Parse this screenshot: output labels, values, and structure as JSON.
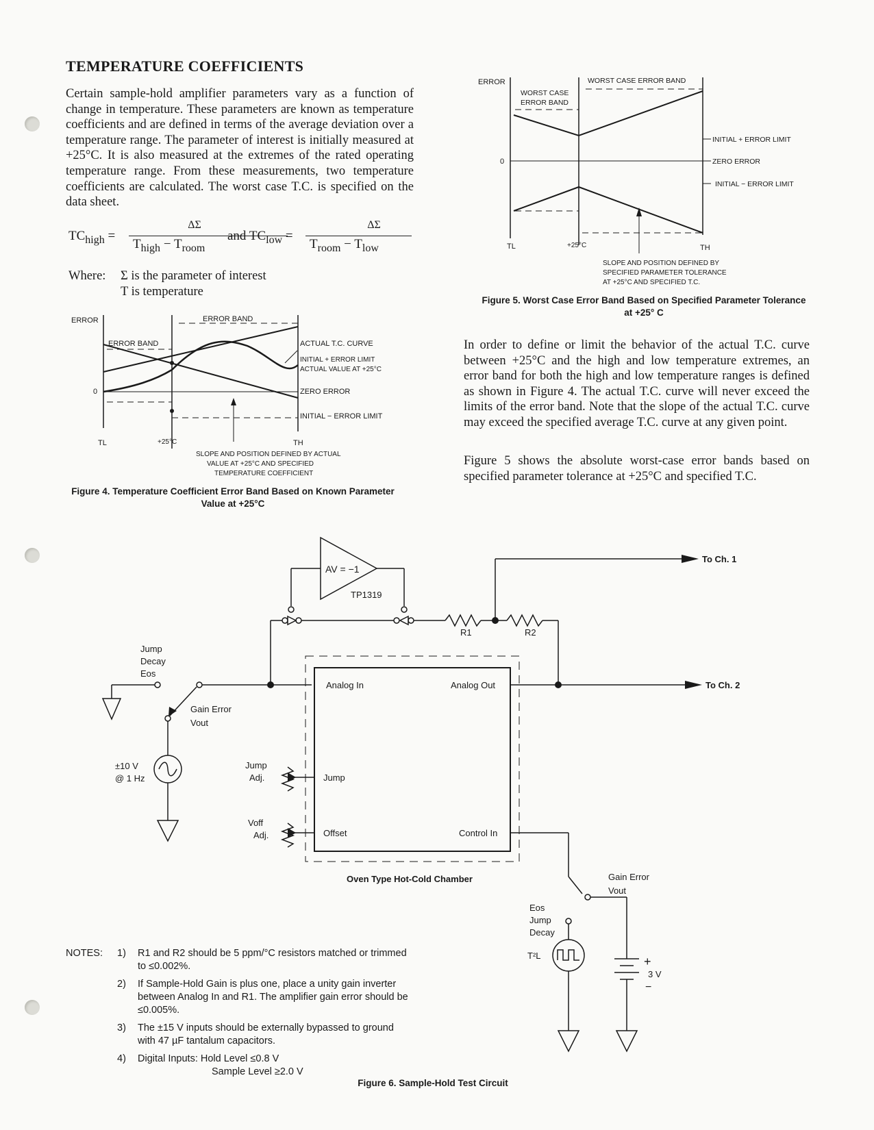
{
  "section_title": "TEMPERATURE COEFFICIENTS",
  "intro_paragraph": "Certain sample-hold amplifier parameters vary as a function of change in temperature. These parameters are known as temperature coefficients and are defined in terms of the average deviation over a temperature range. The parameter of interest is initially measured at +25°C. It is also measured at the extremes of the rated operating temperature range. From these measurements, two temperature coefficients are calculated. The worst case T.C. is specified on the data sheet.",
  "formula": {
    "tc_high_lhs": "TC",
    "tc_high_sub": "high",
    "numerator": "ΔΣ",
    "den_high_a": "T",
    "den_high_a_sub": "high",
    "den_high_b": "T",
    "den_high_b_sub": "room",
    "and_text": "and",
    "tc_low_lhs": "TC",
    "tc_low_sub": "low",
    "den_low_a": "T",
    "den_low_a_sub": "room",
    "den_low_b": "T",
    "den_low_b_sub": "low",
    "equals": "=",
    "minus": "−"
  },
  "where": {
    "label": "Where:",
    "line1": "Σ is the parameter of interest",
    "line2": "T is temperature"
  },
  "figure4": {
    "caption": "Figure 4. Temperature Coefficient Error Band Based on Known Parameter Value at +25°C",
    "labels": {
      "error_axis": "ERROR",
      "error_band_top": "ERROR BAND",
      "error_band_left": "ERROR BAND",
      "actual_tc_curve": "ACTUAL T.C. CURVE",
      "initial_plus": "INITIAL + ERROR LIMIT",
      "actual_value": "ACTUAL VALUE AT +25°C",
      "zero": "0",
      "zero_error": "ZERO ERROR",
      "initial_minus": "INITIAL − ERROR LIMIT",
      "tl": "TL",
      "t25": "+25°C",
      "th": "TH",
      "slope_note_1": "SLOPE AND POSITION DEFINED BY ACTUAL",
      "slope_note_2": "VALUE AT +25°C AND SPECIFIED",
      "slope_note_3": "TEMPERATURE COEFFICIENT"
    }
  },
  "figure5": {
    "caption": "Figure 5. Worst Case Error Band Based on Specified Parameter Tolerance at +25° C",
    "labels": {
      "error_axis": "ERROR",
      "worst_case_band_top": "WORST CASE ERROR BAND",
      "worst_case_left_1": "WORST CASE",
      "worst_case_left_2": "ERROR BAND",
      "initial_plus": "INITIAL + ERROR LIMIT",
      "zero": "0",
      "zero_error": "ZERO ERROR",
      "initial_minus": "INITIAL − ERROR LIMIT",
      "tl": "TL",
      "t25": "+25°C",
      "th": "TH",
      "slope_note_1": "SLOPE AND POSITION DEFINED BY",
      "slope_note_2": "SPECIFIED PARAMETER TOLERANCE",
      "slope_note_3": "AT +25°C AND SPECIFIED T.C."
    }
  },
  "right_paragraph_1": "In order to define or limit the behavior of the actual T.C. curve between +25°C and the high and low temperature extremes, an error band for both the high and low temperature ranges is defined as shown in Figure 4. The actual T.C. curve will never exceed the limits of the error band. Note that the slope of the actual T.C. curve may exceed the specified average T.C. curve at any given point.",
  "right_paragraph_2": "Figure 5 shows the absolute worst-case error bands based on specified parameter tolerance at +25°C and specified T.C.",
  "figure6": {
    "caption": "Figure 6. Sample-Hold Test Circuit",
    "labels": {
      "av": "AV = −1",
      "tp": "TP1319",
      "to_ch1": "To Ch. 1",
      "to_ch2": "To Ch. 2",
      "r1": "R1",
      "r2": "R2",
      "jump_decay_eos": [
        "Jump",
        "Decay",
        "Eos"
      ],
      "gain_error_vout_left": [
        "Gain Error",
        "Vout"
      ],
      "source_1": "±10 V",
      "source_2": "@ 1 Hz",
      "jump_adj": [
        "Jump",
        "Adj."
      ],
      "voff_adj": [
        "Voff",
        "Adj."
      ],
      "analog_in": "Analog In",
      "analog_out": "Analog Out",
      "jump": "Jump",
      "offset": "Offset",
      "control_in": "Control In",
      "chamber": "Oven Type Hot-Cold Chamber",
      "gain_error_vout_right": [
        "Gain Error",
        "Vout"
      ],
      "eos_jump_decay": [
        "Eos",
        "Jump",
        "Decay"
      ],
      "t2l": "T²L",
      "battery": "3 V",
      "plus": "+",
      "minus": "−"
    }
  },
  "notes": {
    "label": "NOTES:",
    "items": [
      {
        "num": "1)",
        "text": "R1 and R2 should be 5 ppm/°C resistors matched or trimmed to ≤0.002%."
      },
      {
        "num": "2)",
        "text": "If Sample-Hold Gain is plus one, place a unity gain inverter between Analog In and R1. The amplifier gain error should be ≤0.005%."
      },
      {
        "num": "3)",
        "text": "The ±15 V inputs should be externally bypassed to ground with 47 µF tantalum capacitors."
      },
      {
        "num": "4)",
        "text": "Digital Inputs: Hold Level ≤0.8 V",
        "text2": "Sample Level ≥2.0 V"
      }
    ]
  }
}
